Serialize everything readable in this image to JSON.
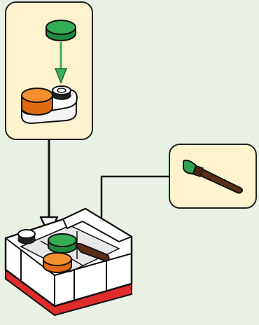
{
  "diagram": {
    "type": "lego-building-instruction",
    "steps": [
      {
        "id": "subassembly",
        "parts": [
          "green-round-tile-2x2",
          "orange-round-plate-2x2",
          "white-plate-1x3-with-stud"
        ],
        "action": "attach-green-tile-on-top"
      },
      {
        "id": "callout",
        "parts": [
          "brown-minifig-paintbrush-with-green-tip"
        ]
      },
      {
        "id": "main-build",
        "action": "place-subassembly-and-brush-into-white-box"
      }
    ],
    "colors": {
      "background": "#e9f1e5",
      "panel": "#fdf4cf",
      "green": "#2ea24e",
      "orange": "#f08a2a",
      "brown": "#5a2e17",
      "red": "#d0191b",
      "white": "#ffffff",
      "arrow_green": "#3ab05a"
    }
  }
}
